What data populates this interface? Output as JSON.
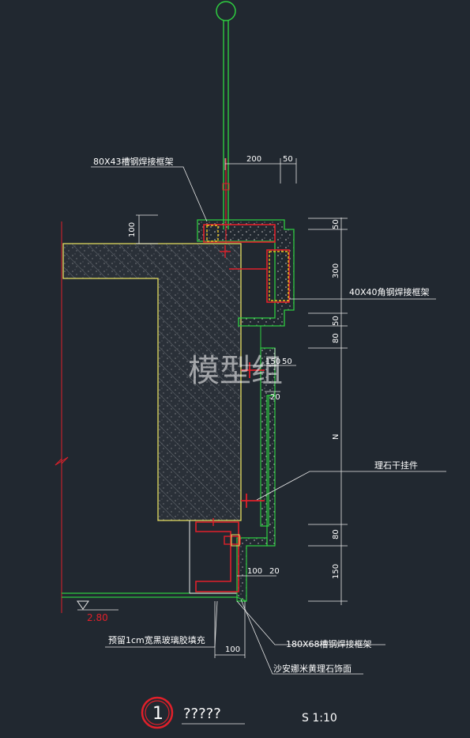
{
  "watermark": "模型组",
  "labels": {
    "channel_top": "80X43槽钢焊接框架",
    "angle_frame": "40X40角钢焊接框架",
    "pendant": "理石干挂件",
    "glue": "预留1cm宽黑玻璃胶填充",
    "channel_bottom": "180X68槽钢焊接框架",
    "stone": "沙安娜米黄理石饰面"
  },
  "dims": {
    "d200": "200",
    "d50a": "50",
    "d100_top": "100",
    "r50a": "50",
    "r300": "300",
    "r50b": "50",
    "r80a": "80",
    "d150": "150",
    "d50b": "50",
    "d20a": "20",
    "rN": "N",
    "r80b": "80",
    "r150": "150",
    "d100_mid": "100",
    "d20b": "20",
    "d100_bot": "100"
  },
  "level_mark": "2.80",
  "title": {
    "number": "1",
    "name": "?????",
    "scale": "S 1:10"
  }
}
